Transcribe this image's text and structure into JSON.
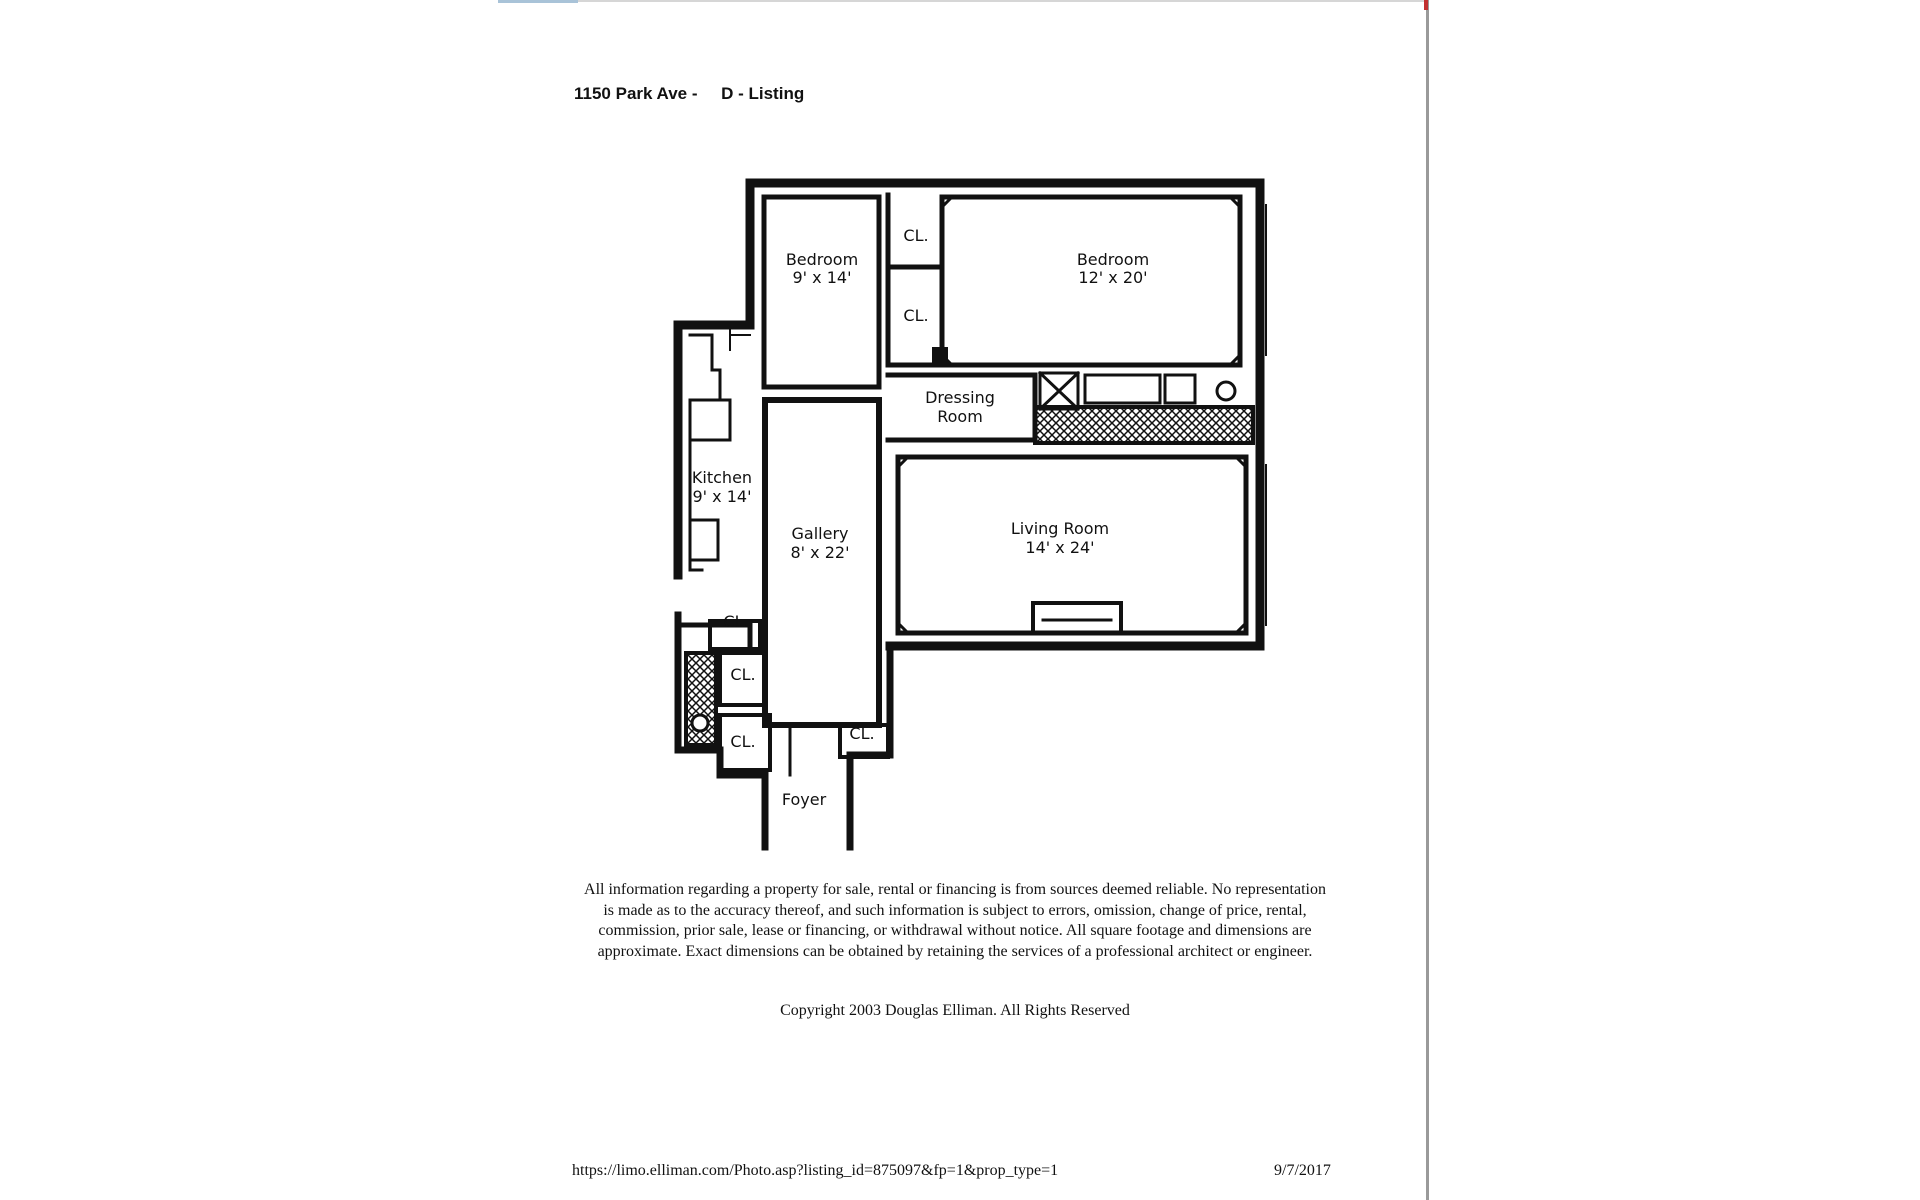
{
  "document": {
    "title": "1150 Park Ave -     D - Listing",
    "disclaimer": "All information regarding a property for sale, rental or financing is from sources deemed reliable. No representation is made as to the accuracy thereof, and such information is subject to errors, omission, change of price, rental, commission, prior sale, lease or financing, or withdrawal without notice. All square footage and dimensions are approximate. Exact dimensions can be obtained by retaining the services of a professional architect or engineer.",
    "copyright": "Copyright 2003 Douglas Elliman. All Rights Reserved",
    "footer_url": "https://limo.elliman.com/Photo.asp?listing_id=875097&fp=1&prop_type=1",
    "footer_date": "9/7/2017"
  },
  "floorplan": {
    "bedroom_small": {
      "name": "Bedroom",
      "size": "9' x 14'"
    },
    "bedroom_large": {
      "name": "Bedroom",
      "size": "12' x 20'"
    },
    "kitchen": {
      "name": "Kitchen",
      "size": "9' x 14'"
    },
    "gallery": {
      "name": "Gallery",
      "size": "8' x 22'"
    },
    "living_room": {
      "name": "Living Room",
      "size": "14' x 24'"
    },
    "dressing_room": {
      "line1": "Dressing",
      "line2": "Room"
    },
    "foyer": {
      "name": "Foyer"
    },
    "closet_label": "CL."
  }
}
